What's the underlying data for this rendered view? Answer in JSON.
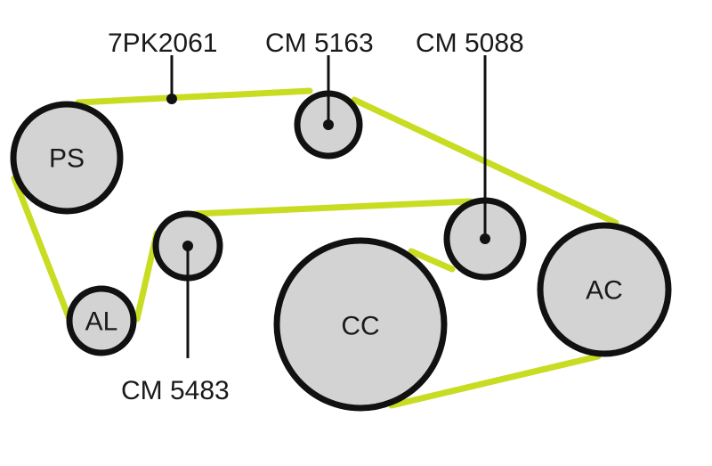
{
  "colors": {
    "belt": "#c8dc22",
    "pulley_fill": "#d3d3d3",
    "pulley_stroke": "#111111",
    "text": "#1a1a1a"
  },
  "labels": {
    "belt": "7PK2061",
    "idler_top": "CM 5163",
    "tensioner_right": "CM 5088",
    "idler_left": "CM 5483"
  },
  "pulleys": {
    "ps": "PS",
    "al": "AL",
    "cc": "CC",
    "ac": "AC"
  }
}
